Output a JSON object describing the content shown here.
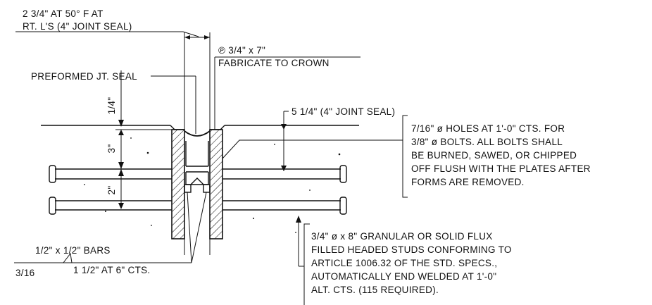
{
  "notes": {
    "opening_line1": "2 3/4\" AT 50° F AT",
    "opening_line2": "RT. L'S (4\" JOINT SEAL)",
    "plate_line1": "℗ 3/4\" x 7\"",
    "plate_line2": "FABRICATE TO CROWN",
    "seal": "PREFORMED JT. SEAL",
    "gap_dim": "5 1/4\" (4\" JOINT SEAL)",
    "holes_lines": [
      "7/16\" ø HOLES AT 1'-0\" CTS. FOR",
      "3/8\" ø BOLTS.  ALL BOLTS SHALL",
      "BE BURNED, SAWED, OR CHIPPED",
      "OFF FLUSH WITH THE PLATES AFTER",
      "FORMS ARE REMOVED."
    ],
    "studs_lines": [
      "3/4\" ø x 8\" GRANULAR OR SOLID FLUX",
      "FILLED HEADED STUDS CONFORMING TO",
      "ARTICLE 1006.32 OF THE STD. SPECS.,",
      "AUTOMATICALLY END WELDED AT 1'-0\"",
      "ALT. CTS. (115 REQUIRED)."
    ],
    "bars_line1": "1/2\" x 1/2\" BARS",
    "bars_weld": "3/16",
    "bars_line2": "1 1/2\" AT 6\" CTS."
  },
  "dimensions": {
    "top_offset": "1/4\"",
    "upper_depth": "3\"",
    "lower_spacing": "2\""
  },
  "colors": {
    "line": "#111111",
    "background": "#ffffff"
  }
}
